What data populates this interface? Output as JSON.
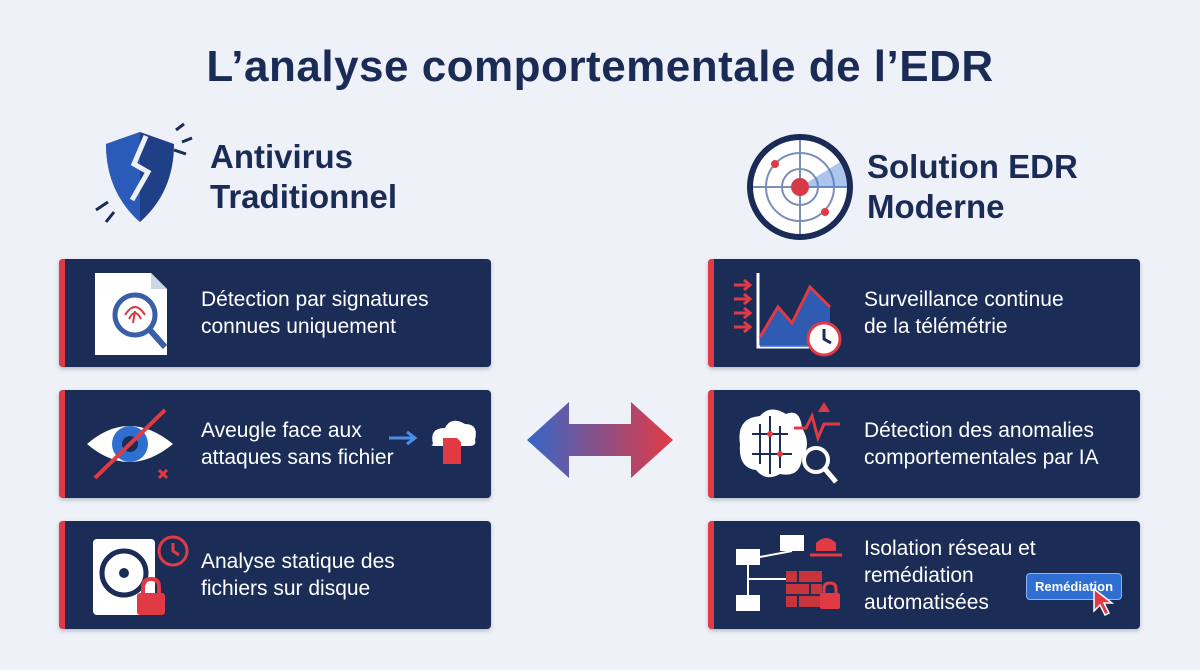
{
  "title": "L’analyse comportementale de l’EDR",
  "left": {
    "heading_line1": "Antivirus",
    "heading_line2": "Traditionnel",
    "heading_icon": "broken-shield-icon",
    "cards": [
      {
        "line1": "Détection par signatures",
        "line2": "connues uniquement",
        "icon": "fingerprint-document-icon"
      },
      {
        "line1": "Aveugle face aux",
        "line2": "attaques sans fichier",
        "icon": "crossed-eye-icon"
      },
      {
        "line1": "Analyse statique des",
        "line2": "fichiers sur disque",
        "icon": "locked-disk-icon"
      }
    ]
  },
  "right": {
    "heading_line1": "Solution EDR",
    "heading_line2": "Moderne",
    "heading_icon": "radar-icon",
    "cards": [
      {
        "line1": "Surveillance continue",
        "line2": "de la télémétrie",
        "icon": "telemetry-chart-icon"
      },
      {
        "line1": "Détection des anomalies",
        "line2": "comportementales par IA",
        "icon": "ai-brain-icon"
      },
      {
        "line1": "Isolation réseau et",
        "line2": "remédiation",
        "line3": "automatisées",
        "icon": "network-isolation-icon",
        "badge": "Remédiation"
      }
    ]
  },
  "colors": {
    "navy": "#1b2d57",
    "red": "#e13a45",
    "blue": "#2f6fd1",
    "background": "#eef1f7"
  }
}
